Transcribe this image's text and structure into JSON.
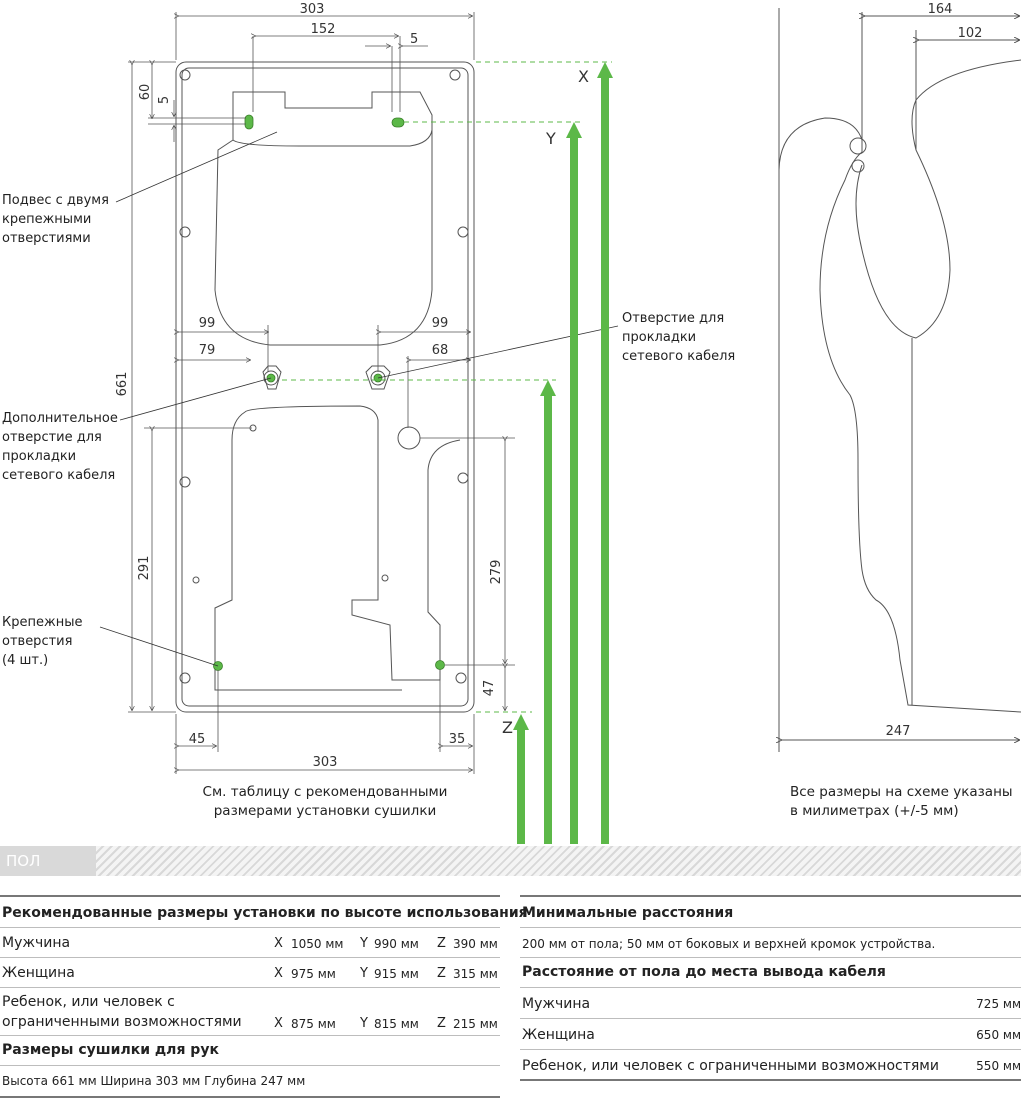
{
  "dims": {
    "top_width": "303",
    "d152": "152",
    "d5a": "5",
    "d60": "60",
    "d5b": "5",
    "height_661": "661",
    "d99a": "99",
    "d99b": "99",
    "d79": "79",
    "d68": "68",
    "d291": "291",
    "d279": "279",
    "d47": "47",
    "d45": "45",
    "d35": "35",
    "bottom_width": "303",
    "side_164": "164",
    "side_102": "102",
    "side_247": "247"
  },
  "markers": {
    "x": "X",
    "y": "Y",
    "z": "Z"
  },
  "callouts": {
    "hanger": [
      "Подвес с двумя",
      "крепежными",
      "отверстиями"
    ],
    "extra_hole": [
      "Дополнительное",
      "отверстие для",
      "прокладки",
      "сетевого кабеля"
    ],
    "mount_holes": [
      "Крепежные",
      "отверстия",
      "(4 шт.)"
    ],
    "cable_hole": [
      "Отверстие для",
      "прокладки",
      "сетевого кабеля"
    ]
  },
  "captions": {
    "see_table": [
      "См. таблицу с рекомендованными",
      "размерами установки сушилки"
    ],
    "units": [
      "Все размеры на схеме указаны",
      "в милиметрах (+/-5 мм)"
    ]
  },
  "floor_label": "ПОЛ",
  "colors": {
    "accent": "#5cb848",
    "line": "#555555",
    "floor": "#d9d9d9"
  },
  "left_table": {
    "title": "Рекомендованные размеры установки по высоте использования",
    "rows": [
      {
        "label": "Мужчина",
        "x_key": "X",
        "x": "1050 мм",
        "y_key": "Y",
        "y": "990 мм",
        "z_key": "Z",
        "z": "390 мм"
      },
      {
        "label": "Женщина",
        "x_key": "X",
        "x": "975 мм",
        "y_key": "Y",
        "y": "915 мм",
        "z_key": "Z",
        "z": "315 мм"
      },
      {
        "label_l1": "Ребенок, или человек с",
        "label_l2": "ограниченными возможностями",
        "x_key": "X",
        "x": "875 мм",
        "y_key": "Y",
        "y": "815 мм",
        "z_key": "Z",
        "z": "215 мм"
      }
    ],
    "size_title": "Размеры сушилки для рук",
    "size_text": "Высота 661 мм  Ширина 303 мм  Глубина 247 мм"
  },
  "right_table": {
    "min_title": "Минимальные расстояния",
    "min_text": "200 мм от пола; 50 мм от боковых и верхней кромок устройства.",
    "cable_title": "Расстояние от пола до места вывода кабеля",
    "rows": [
      {
        "label": "Мужчина",
        "value": "725 мм"
      },
      {
        "label": "Женщина",
        "value": "650 мм"
      },
      {
        "label": "Ребенок, или человек с ограниченными возможностями",
        "value": "550 мм"
      }
    ]
  }
}
